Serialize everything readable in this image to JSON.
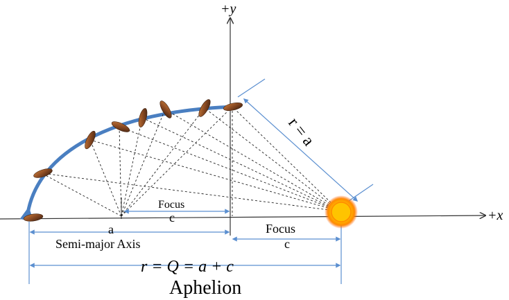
{
  "axes": {
    "y_label": "+y",
    "x_label": "+x"
  },
  "labels": {
    "r_equals_a": "r = a",
    "focus_left": "Focus",
    "c_left": "c",
    "a_label": "a",
    "semi_major_axis": "Semi-major Axis",
    "focus_right": "Focus",
    "c_right": "c",
    "aphelion_formula": "r = Q = a + c",
    "aphelion": "Aphelion"
  },
  "colors": {
    "orbit_arc": "#4a7fc1",
    "dimension_lines": "#5b8fd0",
    "axes": "#333333",
    "sun_core": "#ffb000",
    "sun_glow": "#ff7a00",
    "planet": "#8a4a22",
    "text": "#000000"
  },
  "icons": {
    "sun": "sun-icon",
    "planet": "planet-icon"
  }
}
